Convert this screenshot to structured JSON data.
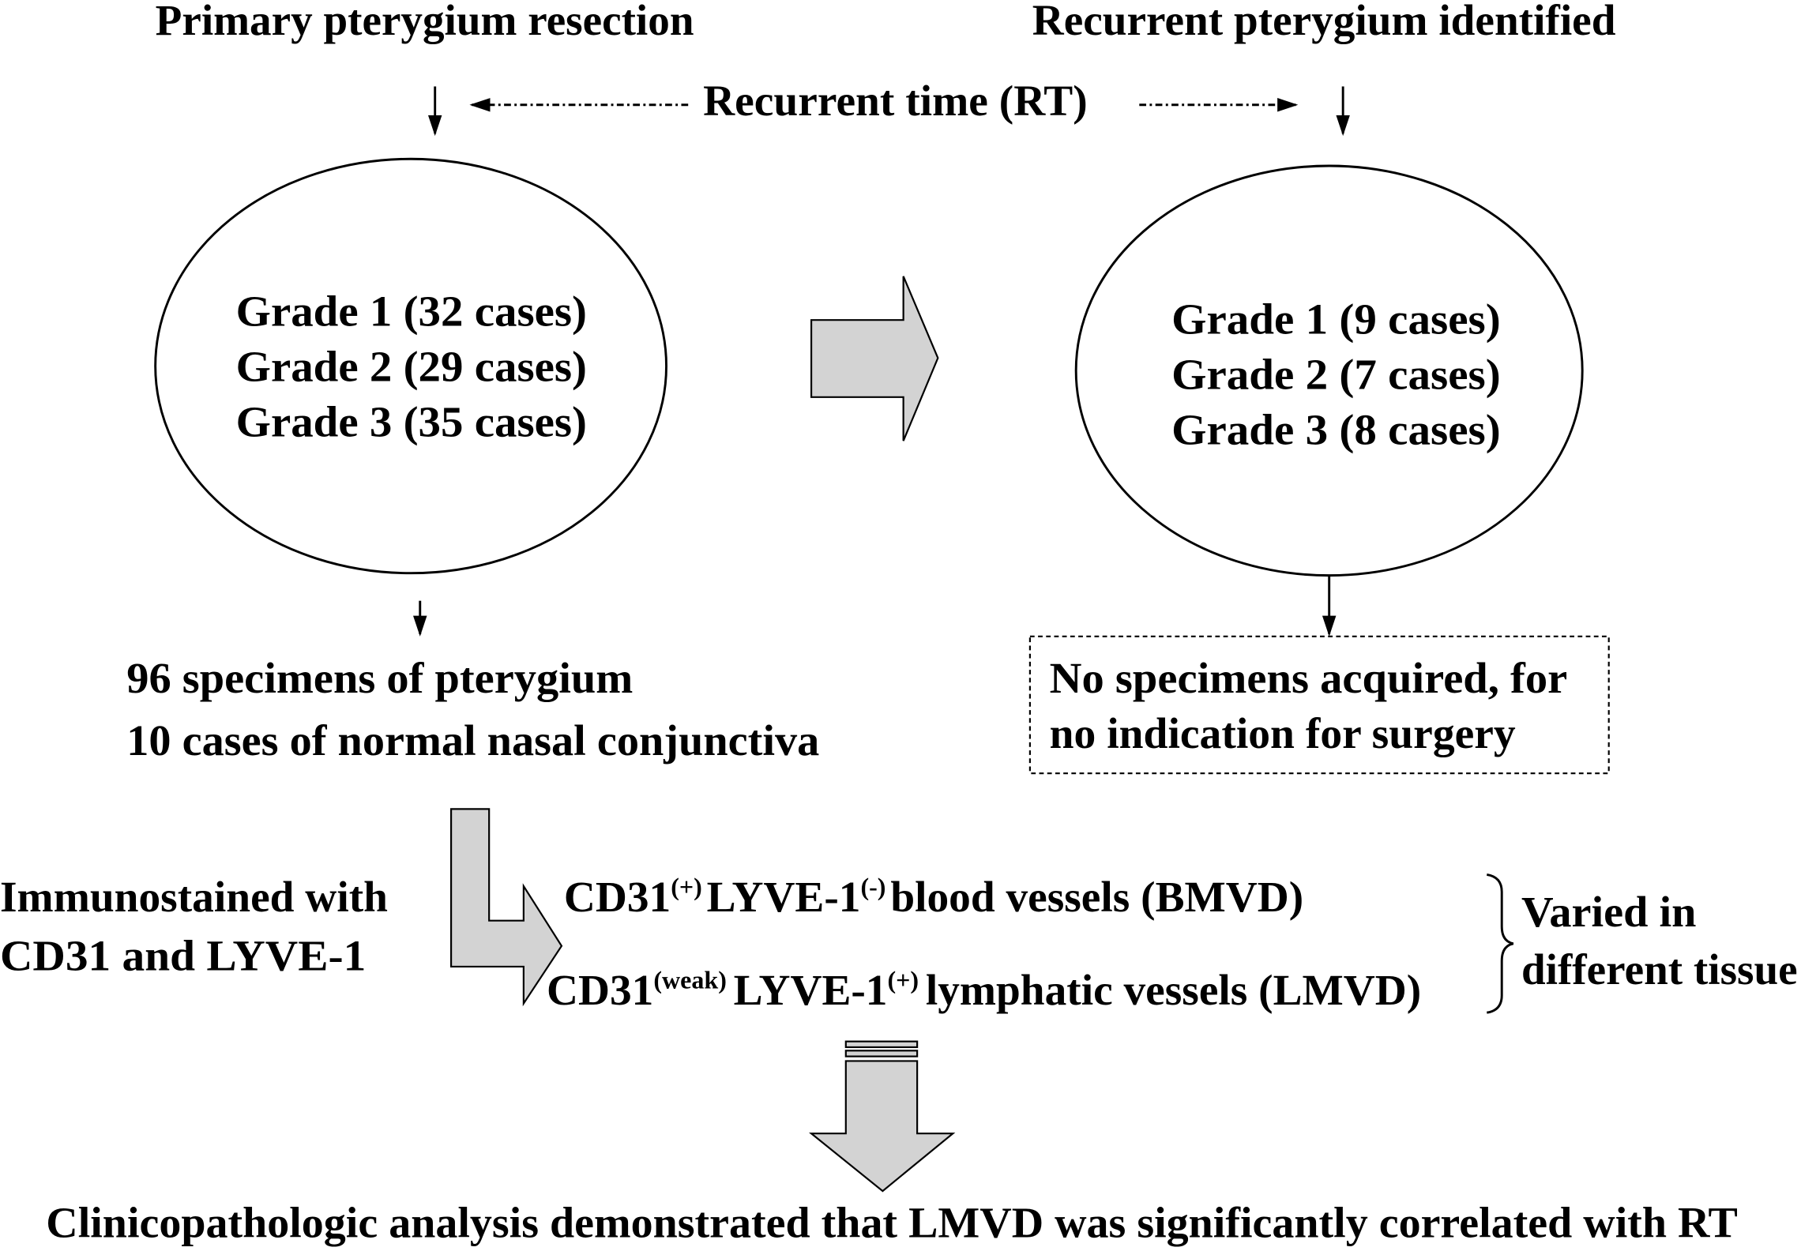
{
  "header": {
    "left_title": "Primary pterygium resection",
    "right_title": "Recurrent pterygium identified",
    "interval_label": "Recurrent time (RT)"
  },
  "primary_group": {
    "grades": [
      "Grade 1 (32 cases)",
      "Grade 2 (29 cases)",
      "Grade 3 (35 cases)"
    ],
    "specimens": [
      "96 specimens of pterygium",
      "10 cases of normal nasal conjunctiva"
    ]
  },
  "recurrent_group": {
    "grades": [
      "Grade 1 (9 cases)",
      "Grade 2 (7 cases)",
      "Grade 3 (8 cases)"
    ],
    "note": [
      "No specimens acquired, for",
      "no indication for surgery"
    ]
  },
  "staining": {
    "label": [
      "Immunostained with",
      "CD31 and LYVE-1"
    ],
    "blood": {
      "a": "CD31",
      "a_sup": "(+)",
      "b": "LYVE-1",
      "b_sup": "(-)",
      "c": "blood vessels (BMVD)"
    },
    "lymph": {
      "a": "CD31",
      "a_sup": "(weak)",
      "b": "LYVE-1",
      "b_sup": "(+)",
      "c": "lymphatic vessels (LMVD)"
    },
    "brace_note": [
      "Varied in",
      "different tissue"
    ]
  },
  "conclusion": "Clinicopathologic analysis demonstrated that LMVD was significantly correlated with RT",
  "colors": {
    "arrow_fill": "#d3d3d3",
    "stroke": "#000000"
  }
}
